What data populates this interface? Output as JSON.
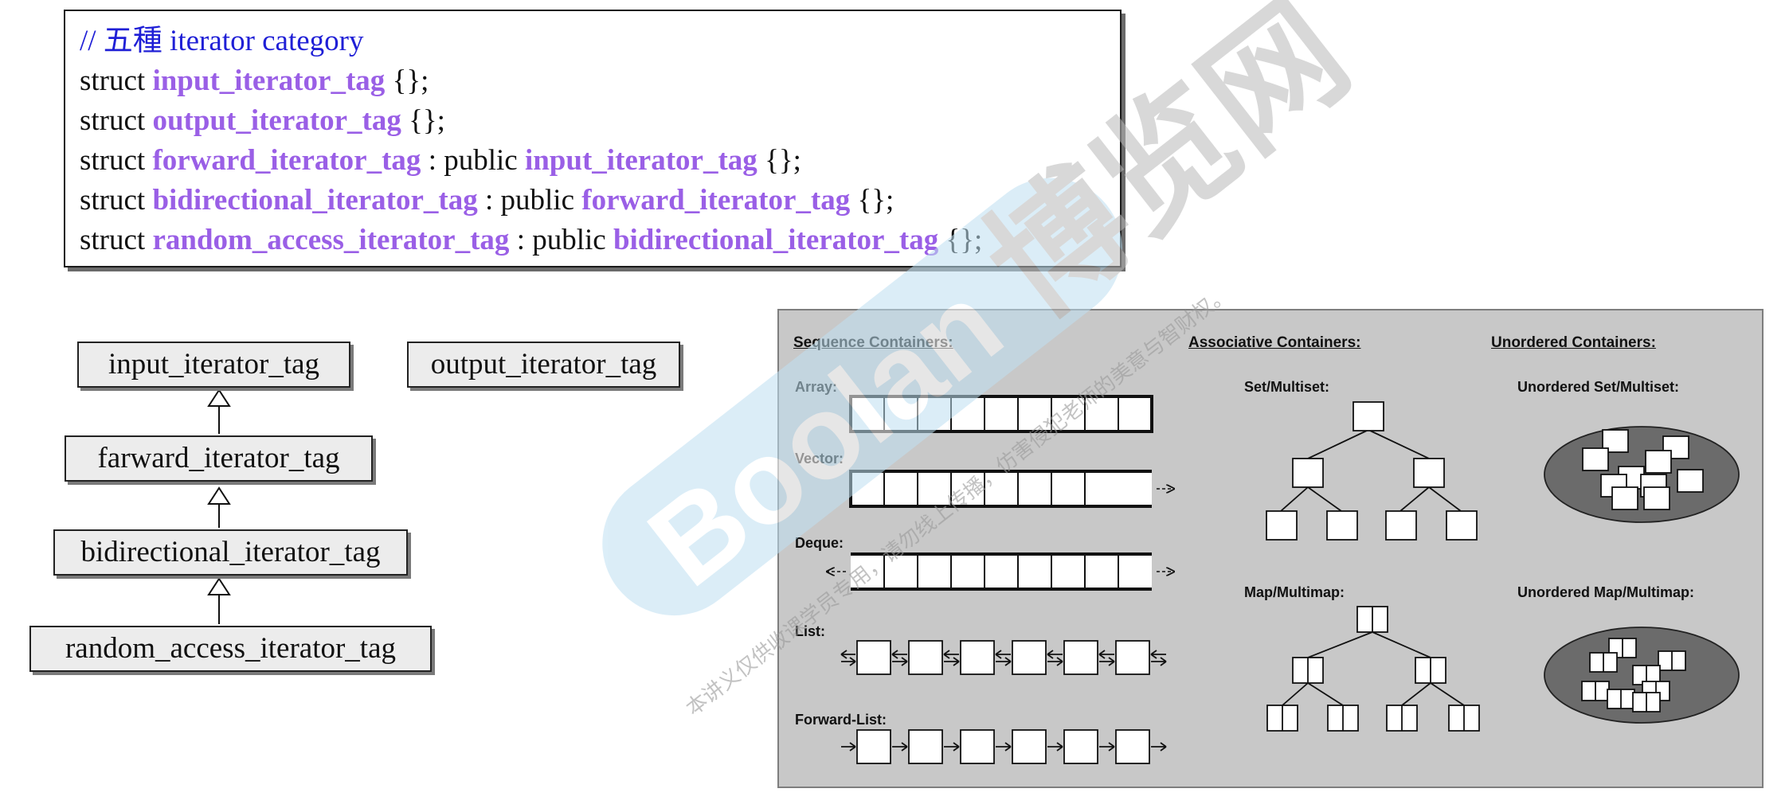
{
  "code": {
    "comment": "// 五種 iterator category",
    "lines": [
      {
        "kw": "struct",
        "name": "input_iterator_tag",
        "sep": "",
        "base": "",
        "tail": " {};"
      },
      {
        "kw": "struct",
        "name": "output_iterator_tag",
        "sep": "",
        "base": "",
        "tail": " {};"
      },
      {
        "kw": "struct",
        "name": "forward_iterator_tag",
        "sep": " : public ",
        "base": "input_iterator_tag",
        "tail": " {};"
      },
      {
        "kw": "struct",
        "name": "bidirectional_iterator_tag",
        "sep": " : public ",
        "base": "forward_iterator_tag",
        "tail": " {};"
      },
      {
        "kw": "struct",
        "name": "random_access_iterator_tag",
        "sep": " : public ",
        "base": "bidirectional_iterator_tag",
        "tail": " {};"
      }
    ]
  },
  "hierarchy": {
    "input": "input_iterator_tag",
    "output": "output_iterator_tag",
    "forward": "farward_iterator_tag",
    "bidirectional": "bidirectional_iterator_tag",
    "random": "random_access_iterator_tag"
  },
  "containers": {
    "sequence_heading": "Sequence Containers:",
    "associative_heading": "Associative Containers:",
    "unordered_heading": "Unordered Containers:",
    "array": "Array:",
    "vector": "Vector:",
    "deque": "Deque:",
    "list": "List:",
    "forward_list": "Forward-List:",
    "set": "Set/Multiset:",
    "map": "Map/Multimap:",
    "uset": "Unordered Set/Multiset:",
    "umap": "Unordered Map/Multimap:"
  },
  "watermark": {
    "brand": "Boolan",
    "cn": "博览网",
    "notice": "本讲义仅供收课学员专用，请勿线上传播，仿害侵犯老师的美意与智财权。"
  },
  "colors": {
    "comment": "#1f1fd6",
    "tag": "#9a5fe6",
    "panel": "#c8c8c8",
    "ellipse": "#6b6b6b"
  }
}
